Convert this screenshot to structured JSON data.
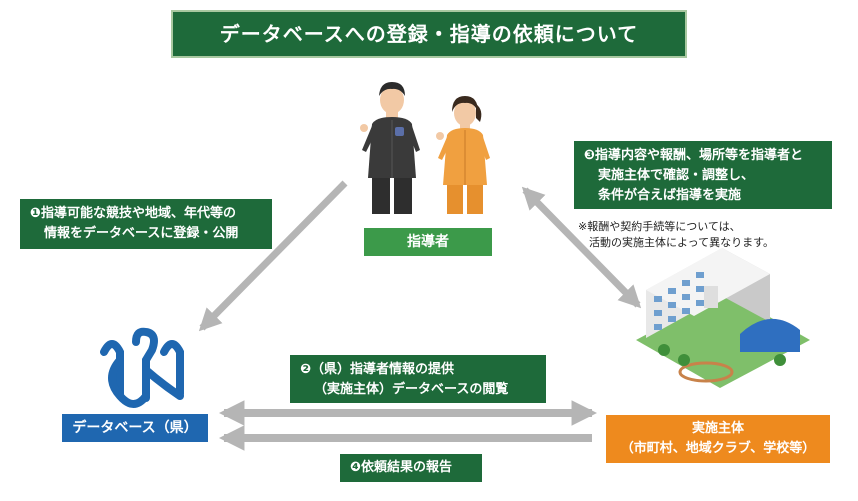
{
  "title": "データベースへの登録・指導の依頼について",
  "nodes": {
    "instructor": "指導者",
    "database": "データベース（県）",
    "organizer": [
      "実施主体",
      "（市町村、地域クラブ、学校等）"
    ]
  },
  "steps": {
    "step1": [
      "❶指導可能な競技や地域、年代等の",
      "情報をデータベースに登録・公開"
    ],
    "step2": [
      "❷（県）指導者情報の提供",
      "（実施主体）データベースの閲覧"
    ],
    "step3": [
      "❸指導内容や報酬、場所等を指導者と",
      "実施主体で確認・調整し、",
      "条件が合えば指導を実施"
    ],
    "step4": "❹依頼結果の報告"
  },
  "note": [
    "※報酬や契約手続等については、",
    "活動の実施主体によって異なります。"
  ],
  "colors": {
    "dark_green": "#1e6a3a",
    "light_green": "#3c9a4a",
    "blue": "#1f67b0",
    "orange": "#ee8a1e",
    "arrow_gray": "#b5b5b5"
  },
  "icons": [
    "male-instructor-icon",
    "female-instructor-icon",
    "prefecture-logo-icon",
    "school-building-icon"
  ]
}
